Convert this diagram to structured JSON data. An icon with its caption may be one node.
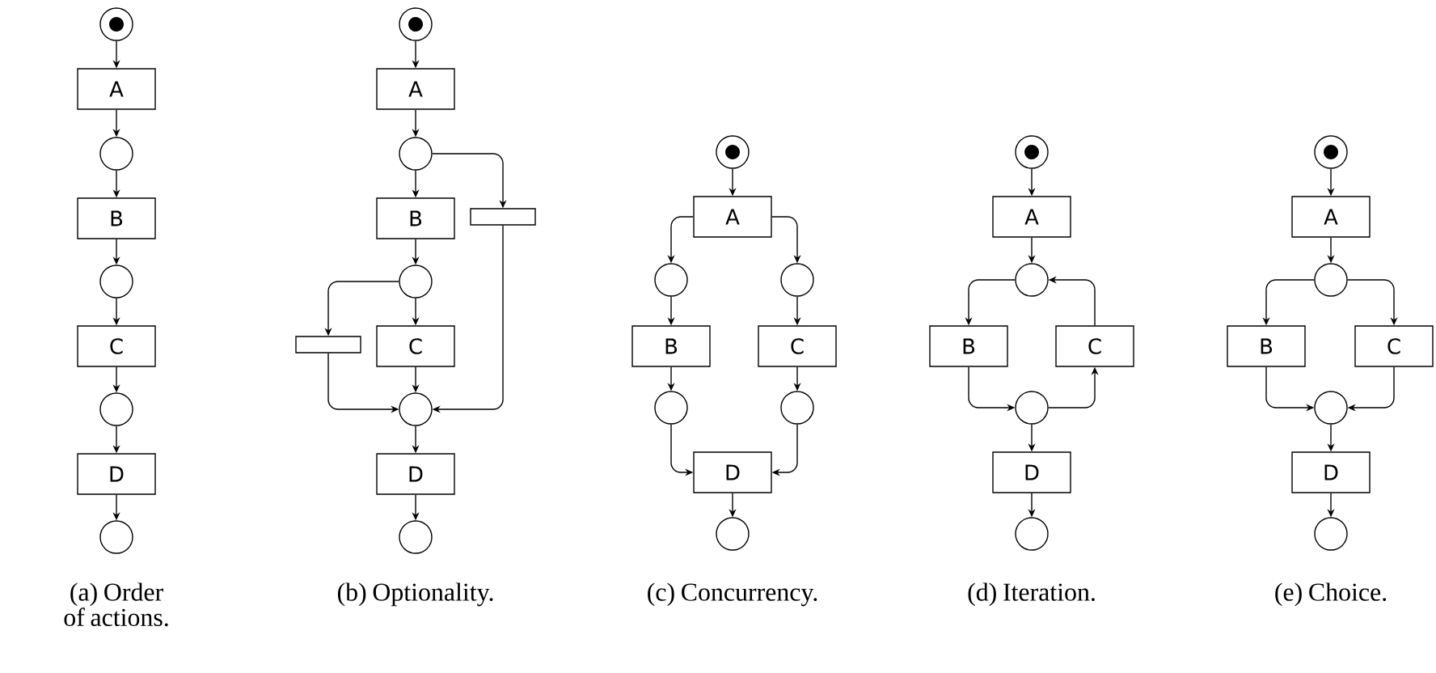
{
  "diagram": {
    "nodes": [
      {
        "text": [],
        "shape": "circle"
      },
      {
        "text": [
          "A"
        ]
      },
      {
        "text": [],
        "shape": "circle"
      },
      {
        "text": [
          "B"
        ]
      },
      {
        "text": [],
        "shape": "circle"
      },
      {
        "text": [
          "C"
        ]
      },
      {
        "text": [],
        "shape": "circle"
      },
      {
        "text": [
          "D"
        ]
      },
      {
        "text": [],
        "shape": "circle"
      },
      {
        "text": [],
        "shape": "circle"
      },
      {
        "text": [
          "A"
        ]
      },
      {
        "text": [],
        "shape": "circle"
      },
      {
        "text": [],
        "shape": "bar"
      },
      {
        "text": [
          "B"
        ]
      },
      {
        "text": [],
        "shape": "circle"
      },
      {
        "text": [],
        "shape": "bar"
      },
      {
        "text": [
          "C"
        ]
      },
      {
        "text": [],
        "shape": "circle"
      },
      {
        "text": [
          "D"
        ]
      },
      {
        "text": [],
        "shape": "circle"
      },
      {
        "text": [],
        "shape": "circle"
      },
      {
        "text": [
          "A"
        ]
      },
      {
        "text": [],
        "shape": "circle"
      },
      {
        "text": [],
        "shape": "circle"
      },
      {
        "text": [
          "B"
        ]
      },
      {
        "text": [
          "C"
        ]
      },
      {
        "text": [],
        "shape": "circle"
      },
      {
        "text": [],
        "shape": "circle"
      },
      {
        "text": [
          "D"
        ]
      },
      {
        "text": [],
        "shape": "circle"
      },
      {
        "text": [],
        "shape": "circle"
      },
      {
        "text": [
          "A"
        ]
      },
      {
        "text": [],
        "shape": "circle"
      },
      {
        "text": [
          "B"
        ]
      },
      {
        "text": [
          "C"
        ]
      },
      {
        "text": [],
        "shape": "circle"
      },
      {
        "text": [
          "D"
        ]
      },
      {
        "text": [],
        "shape": "circle"
      },
      {
        "text": [],
        "shape": "circle"
      },
      {
        "text": [
          "A"
        ]
      },
      {
        "text": [],
        "shape": "circle"
      },
      {
        "text": [
          "B"
        ]
      },
      {
        "text": [
          "C"
        ]
      },
      {
        "text": [],
        "shape": "circle"
      },
      {
        "text": [
          "D"
        ]
      },
      {
        "text": [],
        "shape": "circle"
      }
    ],
    "edges": [
      {
        "from": 0,
        "to": 1,
        "arrow": "to"
      },
      {
        "from": 1,
        "to": 2,
        "arrow": "to"
      },
      {
        "from": 2,
        "to": 3,
        "arrow": "to"
      },
      {
        "from": 3,
        "to": 4,
        "arrow": "to"
      },
      {
        "from": 4,
        "to": 5,
        "arrow": "to"
      },
      {
        "from": 5,
        "to": 6,
        "arrow": "to"
      },
      {
        "from": 6,
        "to": 7,
        "arrow": "to"
      },
      {
        "from": 7,
        "to": 8,
        "arrow": "to"
      },
      {
        "from": 9,
        "to": 10,
        "arrow": "to"
      },
      {
        "from": 10,
        "to": 11,
        "arrow": "to"
      },
      {
        "from": 11,
        "to": 13,
        "arrow": "to"
      },
      {
        "from": 11,
        "to": 12,
        "arrow": "to"
      },
      {
        "from": 13,
        "to": 14,
        "arrow": "to"
      },
      {
        "from": 14,
        "to": 16,
        "arrow": "to"
      },
      {
        "from": 14,
        "to": 15,
        "arrow": "to"
      },
      {
        "from": 16,
        "to": 17,
        "arrow": "to"
      },
      {
        "from": 15,
        "to": 17,
        "arrow": "to"
      },
      {
        "from": 12,
        "to": 17,
        "arrow": "to"
      },
      {
        "from": 17,
        "to": 18,
        "arrow": "to"
      },
      {
        "from": 18,
        "to": 19,
        "arrow": "to"
      },
      {
        "from": 20,
        "to": 21,
        "arrow": "to"
      },
      {
        "from": 21,
        "to": 22,
        "arrow": "to"
      },
      {
        "from": 21,
        "to": 23,
        "arrow": "to"
      },
      {
        "from": 22,
        "to": 24,
        "arrow": "to"
      },
      {
        "from": 23,
        "to": 25,
        "arrow": "to"
      },
      {
        "from": 24,
        "to": 26,
        "arrow": "to"
      },
      {
        "from": 25,
        "to": 27,
        "arrow": "to"
      },
      {
        "from": 26,
        "to": 28,
        "arrow": "to"
      },
      {
        "from": 27,
        "to": 28,
        "arrow": "to"
      },
      {
        "from": 28,
        "to": 29,
        "arrow": "to"
      },
      {
        "from": 30,
        "to": 31,
        "arrow": "to"
      },
      {
        "from": 31,
        "to": 32,
        "arrow": "to"
      },
      {
        "from": 32,
        "to": 33,
        "arrow": "to"
      },
      {
        "from": 33,
        "to": 35,
        "arrow": "to"
      },
      {
        "from": 35,
        "to": 34,
        "arrow": "to"
      },
      {
        "from": 34,
        "to": 32,
        "arrow": "to"
      },
      {
        "from": 35,
        "to": 36,
        "arrow": "to"
      },
      {
        "from": 36,
        "to": 37,
        "arrow": "to"
      },
      {
        "from": 38,
        "to": 39,
        "arrow": "to"
      },
      {
        "from": 39,
        "to": 40,
        "arrow": "to"
      },
      {
        "from": 40,
        "to": 41,
        "arrow": "to"
      },
      {
        "from": 40,
        "to": 42,
        "arrow": "to"
      },
      {
        "from": 41,
        "to": 43,
        "arrow": "to"
      },
      {
        "from": 42,
        "to": 43,
        "arrow": "to"
      },
      {
        "from": 43,
        "to": 44,
        "arrow": "to"
      },
      {
        "from": 44,
        "to": 45,
        "arrow": "to"
      }
    ],
    "labels": [
      "(a) Order of actions.",
      "(b) Optionality.",
      "(c) Concurrency.",
      "(d) Iteration.",
      "(e) Choice."
    ]
  }
}
